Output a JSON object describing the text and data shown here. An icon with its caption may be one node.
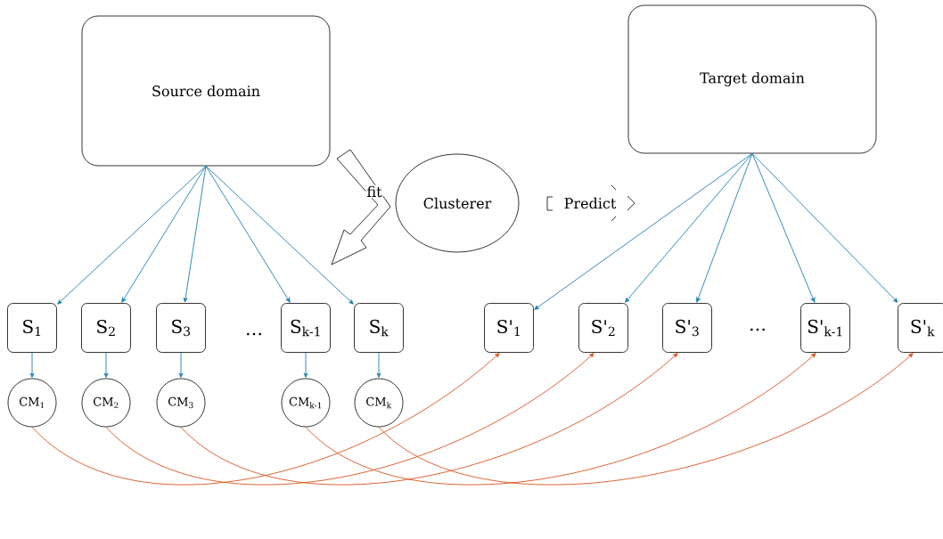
{
  "diagram": {
    "nodes": [
      {
        "text": [
          "Source domain"
        ]
      },
      {
        "text": [
          "Target domain"
        ]
      },
      {
        "text": [
          "Clusterer"
        ]
      },
      {
        "text": [
          "S$_{1}$"
        ]
      },
      {
        "text": [
          "S$_{2}$"
        ]
      },
      {
        "text": [
          "S$_{3}$"
        ]
      },
      {
        "text": [
          "S$_{k-1}$"
        ]
      },
      {
        "text": [
          "S$_{k}$"
        ]
      },
      {
        "text": [
          "CM$_{1}$"
        ]
      },
      {
        "text": [
          "CM$_{2}$"
        ]
      },
      {
        "text": [
          "CM$_{3}$"
        ]
      },
      {
        "text": [
          "CM$_{k-1}$"
        ]
      },
      {
        "text": [
          "CM$_{k}$"
        ]
      },
      {
        "text": [
          "S'$_{1}$"
        ]
      },
      {
        "text": [
          "S'$_{2}$"
        ]
      },
      {
        "text": [
          "S'$_{3}$"
        ]
      },
      {
        "text": [
          "S'$_{k-1}$"
        ]
      },
      {
        "text": [
          "S'$_{k}$"
        ]
      }
    ],
    "edges": [
      {
        "from": 0,
        "to": 3,
        "arrow": "to"
      },
      {
        "from": 0,
        "to": 4,
        "arrow": "to"
      },
      {
        "from": 0,
        "to": 5,
        "arrow": "to"
      },
      {
        "from": 0,
        "to": 6,
        "arrow": "to"
      },
      {
        "from": 0,
        "to": 7,
        "arrow": "to"
      },
      {
        "from": 3,
        "to": 8,
        "arrow": "to"
      },
      {
        "from": 4,
        "to": 9,
        "arrow": "to"
      },
      {
        "from": 5,
        "to": 10,
        "arrow": "to"
      },
      {
        "from": 6,
        "to": 11,
        "arrow": "to"
      },
      {
        "from": 7,
        "to": 12,
        "arrow": "to"
      },
      {
        "from": 1,
        "to": 13,
        "arrow": "to"
      },
      {
        "from": 1,
        "to": 14,
        "arrow": "to"
      },
      {
        "from": 1,
        "to": 15,
        "arrow": "to"
      },
      {
        "from": 1,
        "to": 16,
        "arrow": "to"
      },
      {
        "from": 1,
        "to": 17,
        "arrow": "to"
      },
      {
        "from": 8,
        "to": 13,
        "arrow": "to",
        "color": "#d9531e"
      },
      {
        "from": 9,
        "to": 14,
        "arrow": "to",
        "color": "#d9531e"
      },
      {
        "from": 10,
        "to": 15,
        "arrow": "to",
        "color": "#d9531e"
      },
      {
        "from": 11,
        "to": 16,
        "arrow": "to",
        "color": "#d9531e"
      },
      {
        "from": 12,
        "to": 17,
        "arrow": "to",
        "color": "#d9531e"
      }
    ],
    "labels": [
      "fit",
      "Predict",
      "…",
      "…"
    ]
  }
}
